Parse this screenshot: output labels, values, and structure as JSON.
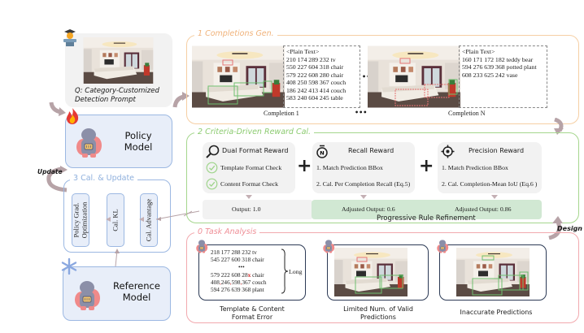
{
  "prompt": {
    "question": "Q: Category-Customized Detection Prompt",
    "icons": [
      "teacher-icon",
      "living-room-image"
    ]
  },
  "policy_model": {
    "label_line1": "Policy",
    "label_line2": "Model",
    "badge_icon": "fire-icon",
    "avatar_icon": "robot-icon"
  },
  "reference_model": {
    "label_line1": "Reference",
    "label_line2": "Model",
    "badge_icon": "snowflake-icon",
    "avatar_icon": "robot-icon"
  },
  "update_section": {
    "title": "3 Cal. & Update",
    "side_label": "Update",
    "steps": [
      {
        "line1": "Policy Grad.",
        "line2": "Optimization"
      },
      {
        "line1": "Cal. KL",
        "line2": ""
      },
      {
        "line1": "Cal. Advantage",
        "line2": ""
      }
    ]
  },
  "completions": {
    "title": "1 Completions Gen.",
    "ellipsis": "•••",
    "items": [
      {
        "caption": "Completion 1",
        "header": "<Plain Text>",
        "lines": [
          "210 174 289 232 tv",
          "550 227 604 318 chair",
          "579 222 608 280 chair",
          "408 250 598 367 couch",
          "186 242 413 414 couch",
          "583 240 604 245 table"
        ]
      },
      {
        "caption": "Completion N",
        "header": "<Plain Text>",
        "lines": [
          "160 171 172 182 teddy bear",
          "594 276 639 368 potted plant",
          "608 233 625 242 vase"
        ]
      }
    ]
  },
  "rewards": {
    "title": "2 Criteria-Driven Reward Cal.",
    "format": {
      "title": "Dual Format Reward",
      "icon": "magnifier-icon",
      "checks": [
        "Template Format Check",
        "Content Format Check"
      ],
      "output": "Output: 1.0"
    },
    "recall": {
      "title": "Recall Reward",
      "icon": "stopwatch-icon",
      "steps": [
        "1. Match Prediction BBox",
        "2. Cal. Per Completion Recall (Eq.5)"
      ],
      "output": "Adjusted Output: 0.6"
    },
    "precision": {
      "title": "Precision Reward",
      "icon": "crosshair-icon",
      "steps": [
        "1. Match Prediction BBox",
        "2. Cal. Completion-Mean IoU (Eq.6 )"
      ],
      "output": "Adjusted Output: 0.86"
    },
    "operator": "+",
    "refinement_label": "Progressive Rule Refinement",
    "design_label": "Design"
  },
  "task_analysis": {
    "title": "0 Task Analysis",
    "cases": [
      {
        "caption_line1": "Template & Content",
        "caption_line2": "Format Error",
        "lines": [
          [
            "218 177 288 232 tv"
          ],
          [
            "545 227 600 318 chair"
          ],
          [
            "•••"
          ],
          [
            "579 222 608 28",
            "x",
            " chair"
          ],
          [
            "408",
            ",",
            "246",
            ",",
            "598",
            ",",
            "367 couch"
          ],
          [
            "594 276 639 368 plant"
          ]
        ],
        "brace_label": "Long"
      },
      {
        "caption_line1": "Limited Num. of Valid",
        "caption_line2": "Predictions"
      },
      {
        "caption_line1": "Inaccurate Predictions",
        "caption_line2": ""
      }
    ]
  },
  "colors": {
    "completions_border": "#f6cfa4",
    "rewards_border": "#a5d68d",
    "task_border": "#f2a9ae",
    "model_fill": "#e8eef9",
    "model_border": "#9cb8e2",
    "adjusted_fill": "#d1e8d3",
    "arrow": "#b7a3a7",
    "error_red": "#d62828",
    "box_green": "#6fbf6f",
    "box_red": "#e57373"
  }
}
